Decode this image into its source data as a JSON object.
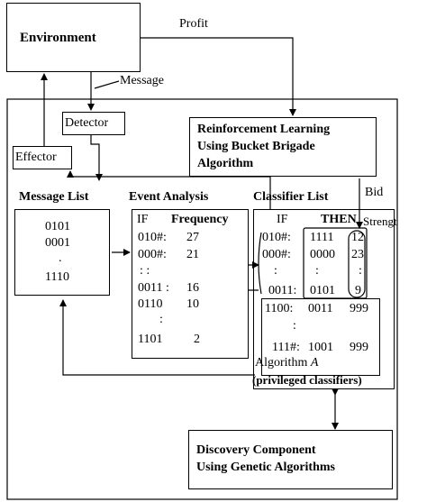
{
  "environment": {
    "label": "Environment"
  },
  "profit": {
    "label": "Profit"
  },
  "message": {
    "label": "Message"
  },
  "detector": {
    "label": "Detector"
  },
  "effector": {
    "label": "Effector"
  },
  "reinforcement": {
    "line1": "Reinforcement Learning",
    "line2": "Using Bucket Brigade",
    "line3": "Algorithm"
  },
  "bid": {
    "label": "Bid"
  },
  "message_list": {
    "title": "Message List",
    "rows": [
      "0101",
      "0001",
      ".",
      "1110"
    ]
  },
  "event_analysis": {
    "title": "Event Analysis",
    "col_if": "IF",
    "col_frequency": "Frequency",
    "rows": [
      {
        "cond": "010#:",
        "freq": "27"
      },
      {
        "cond": "000#:",
        "freq": "21"
      },
      {
        "cond": ":     :",
        "freq": ""
      },
      {
        "cond": "0011 :",
        "freq": "16"
      },
      {
        "cond": "0110",
        "freq": "10"
      },
      {
        "cond": ":",
        "freq": ""
      },
      {
        "cond": "1101",
        "freq": "2"
      }
    ]
  },
  "classifier_list": {
    "title": "Classifier List",
    "col_if": "IF",
    "col_then": "THEN",
    "col_strength": "Strengt",
    "rows_top": [
      {
        "cond": "010#:",
        "action": "1111",
        "strength": "12"
      },
      {
        "cond": "000#:",
        "action": "0000",
        "strength": "23"
      },
      {
        "cond": ":",
        "action": ":",
        "strength": ":"
      },
      {
        "cond": "0011:",
        "action": "0101",
        "strength": "9"
      }
    ],
    "rows_bottom": [
      {
        "cond": "1100:",
        "action": "0011",
        "strength": "999"
      },
      {
        "cond": ":",
        "action": "",
        "strength": ""
      },
      {
        "cond": "111#:",
        "action": "1001",
        "strength": "999"
      }
    ]
  },
  "algorithm": {
    "line1_prefix": "Algorithm ",
    "line1_var": "A",
    "line2": "(privileged classifiers)"
  },
  "discovery": {
    "line1": "Discovery Component",
    "line2": "Using Genetic Algorithms"
  }
}
